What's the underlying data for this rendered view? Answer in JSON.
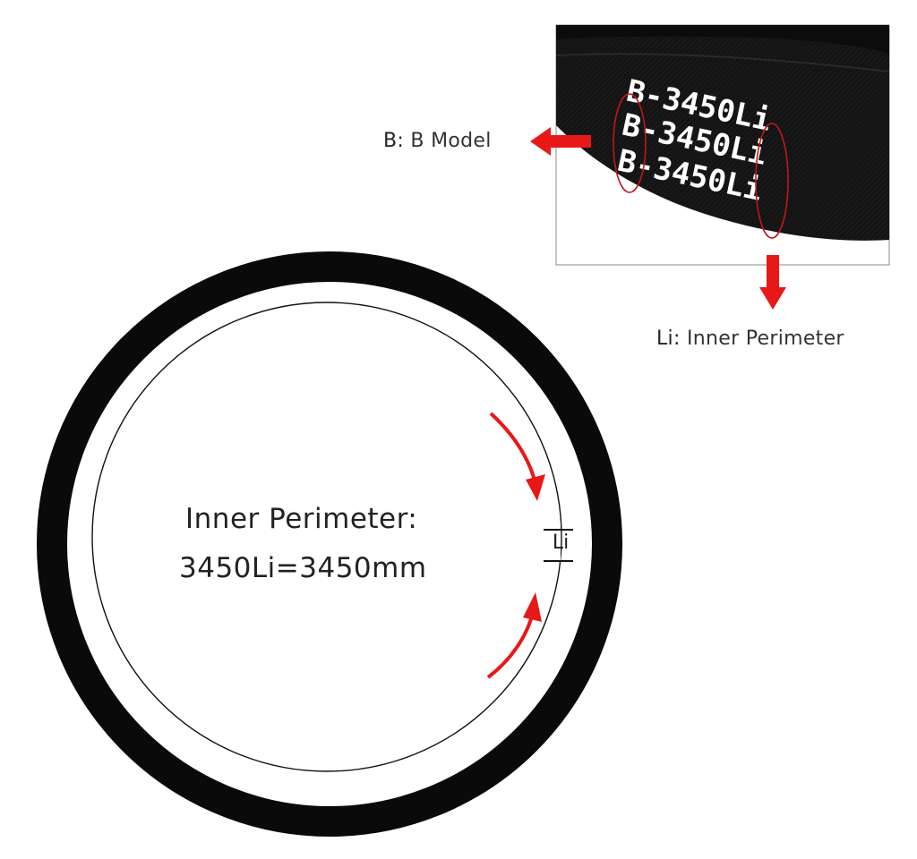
{
  "labels": {
    "b_key": "B:",
    "b_text": "B Model",
    "li_key": "Li:",
    "li_text": "Inner Perimeter"
  },
  "belt_print": {
    "line1": "B-3450Li",
    "line2": "B-3450Li",
    "line3": "B-3450Li"
  },
  "center": {
    "heading": "Inner Perimeter:",
    "value": "3450Li=3450mm"
  },
  "marker": {
    "text": "Li"
  },
  "colors": {
    "belt": "#0a0a0a",
    "arrow": "#e81818",
    "ellipse": "#c01818",
    "text": "#333333",
    "belt_print": "#ffffff"
  }
}
